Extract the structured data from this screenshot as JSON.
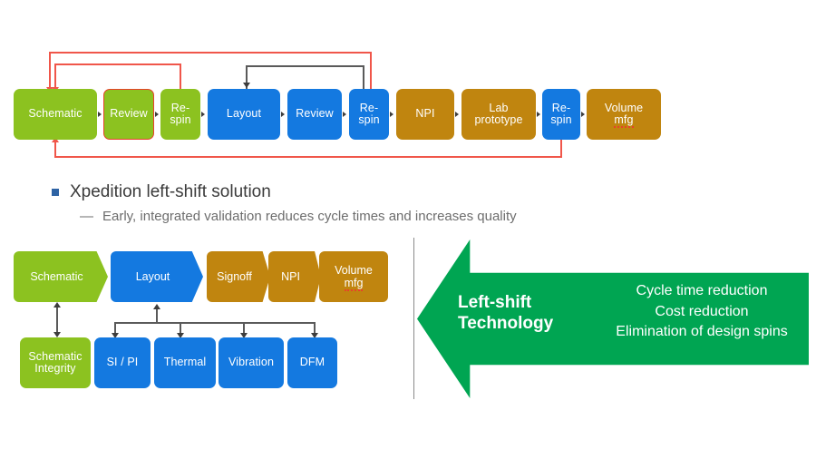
{
  "slide": {
    "heading": "Xpedition left-shift solution",
    "subheading": "Early, integrated validation reduces cycle times and increases quality",
    "bullet_icon": "square-bullet-icon",
    "dash_icon": "em-dash-icon"
  },
  "colors": {
    "green": "#8CC220",
    "blue": "#1479E0",
    "orange": "#C0850F",
    "arrow_green": "#00A552",
    "highlight_red": "#E8412A",
    "feedback_red": "#F0564A",
    "connector_gray": "#5A5A5A",
    "bullet_blue": "#2E63A4"
  },
  "traditional_flow": {
    "steps": [
      {
        "label": "Schematic",
        "color": "green",
        "highlight": false
      },
      {
        "label": "Review",
        "color": "green",
        "highlight": true
      },
      {
        "label": "Re-\nspin",
        "color": "green",
        "highlight": false
      },
      {
        "label": "Layout",
        "color": "blue",
        "highlight": false
      },
      {
        "label": "Review",
        "color": "blue",
        "highlight": false
      },
      {
        "label": "Re-\nspin",
        "color": "blue",
        "highlight": false
      },
      {
        "label": "NPI",
        "color": "orange",
        "highlight": false
      },
      {
        "label": "Lab\nprototype",
        "color": "orange",
        "highlight": false
      },
      {
        "label": "Re-\nspin",
        "color": "blue",
        "highlight": false
      },
      {
        "label": "Volume\nmfg",
        "color": "orange",
        "highlight": false
      }
    ],
    "feedback_loops": [
      {
        "name": "respin-green-to-schematic",
        "color": "red"
      },
      {
        "name": "respin-blue-to-schematic-long",
        "color": "red"
      },
      {
        "name": "respin-blue-to-layout",
        "color": "gray"
      },
      {
        "name": "respin-final-to-schematic",
        "color": "red"
      }
    ]
  },
  "leftshift_flow": {
    "steps": [
      {
        "label": "Schematic",
        "color": "green"
      },
      {
        "label": "Layout",
        "color": "blue"
      },
      {
        "label": "Signoff",
        "color": "orange"
      },
      {
        "label": "NPI",
        "color": "orange"
      },
      {
        "label": "Volume",
        "label2": "mfg",
        "color": "orange",
        "misspelled": "mfg"
      }
    ],
    "validation_steps": [
      {
        "label": "Schematic\nIntegrity",
        "color": "green"
      },
      {
        "label": "SI / PI",
        "color": "blue"
      },
      {
        "label": "Thermal",
        "color": "blue"
      },
      {
        "label": "Vibration",
        "color": "blue"
      },
      {
        "label": "DFM",
        "color": "blue"
      }
    ]
  },
  "benefits_banner": {
    "title_line1": "Left-shift",
    "title_line2": "Technology",
    "items": [
      "Cycle time reduction",
      "Cost reduction",
      "Elimination of design spins"
    ]
  }
}
